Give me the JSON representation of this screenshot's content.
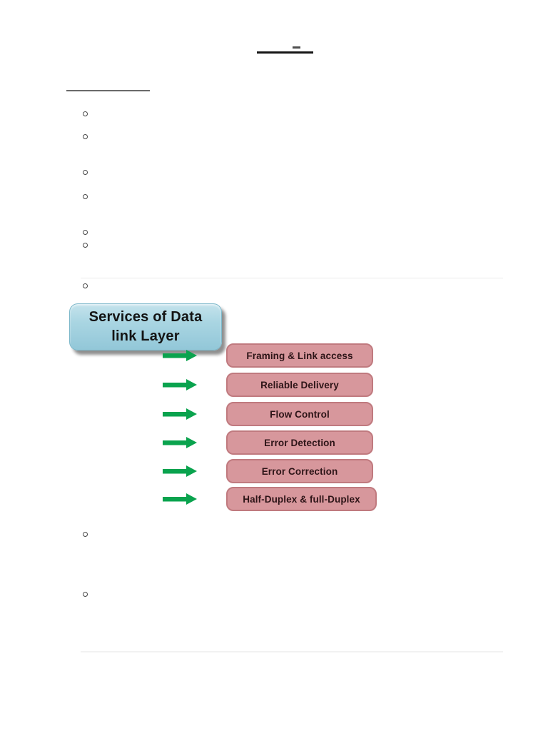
{
  "document": {
    "bullets": {
      "marker": "hollow-circle",
      "count": 9
    },
    "decorations": {
      "title_underline": "short-black-rule",
      "title_dash": "small-gray-dash",
      "heading_underline": "gray-rule",
      "divider_top": "faint-horizontal-rule",
      "divider_bottom": "faint-horizontal-rule"
    }
  },
  "diagram": {
    "title_line1": "Services of Data",
    "title_line2": "link Layer",
    "arrow_icon": "green-right-arrow",
    "services": [
      {
        "label": "Framing & Link access"
      },
      {
        "label": "Reliable Delivery"
      },
      {
        "label": "Flow Control"
      },
      {
        "label": "Error Detection"
      },
      {
        "label": "Error Correction"
      },
      {
        "label": "Half-Duplex & full-Duplex"
      }
    ]
  },
  "colors": {
    "blue_box_fill": "#a9d5e2",
    "blue_box_border": "#7db8ca",
    "pink_box_fill": "#d7979c",
    "pink_box_border": "#c07a7f",
    "pink_text": "#2d1417",
    "arrow_green": "#0aa34e",
    "rule_dark": "#151515",
    "rule_gray": "#6a6a6a",
    "rule_faint": "#e9e9e9"
  }
}
